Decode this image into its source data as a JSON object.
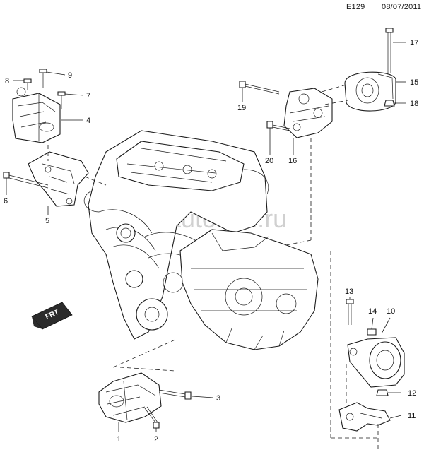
{
  "header": {
    "code": "E129",
    "date": "08/07/2011"
  },
  "watermark": "www.autokad.ru",
  "direction_badge": "FRT",
  "callouts": [
    {
      "id": "c1",
      "text": "1"
    },
    {
      "id": "c2",
      "text": "2"
    },
    {
      "id": "c3",
      "text": "3"
    },
    {
      "id": "c4",
      "text": "4"
    },
    {
      "id": "c5",
      "text": "5"
    },
    {
      "id": "c6",
      "text": "6"
    },
    {
      "id": "c7",
      "text": "7"
    },
    {
      "id": "c8",
      "text": "8"
    },
    {
      "id": "c9",
      "text": "9"
    },
    {
      "id": "c10",
      "text": "10"
    },
    {
      "id": "c11",
      "text": "11"
    },
    {
      "id": "c12",
      "text": "12"
    },
    {
      "id": "c13",
      "text": "13"
    },
    {
      "id": "c14",
      "text": "14"
    },
    {
      "id": "c15",
      "text": "15"
    },
    {
      "id": "c16",
      "text": "16"
    },
    {
      "id": "c17",
      "text": "17"
    },
    {
      "id": "c18",
      "text": "18"
    },
    {
      "id": "c19",
      "text": "19"
    },
    {
      "id": "c20",
      "text": "20"
    }
  ]
}
